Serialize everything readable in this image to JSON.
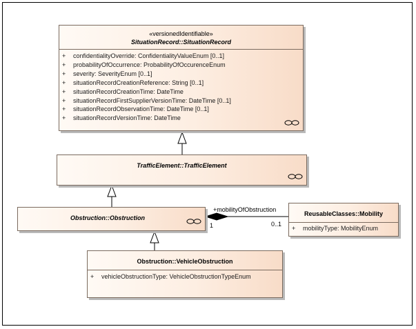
{
  "classes": {
    "situation_record": {
      "stereotype": "«versionedIdentifiable»",
      "name": "SituationRecord::SituationRecord",
      "attributes": [
        {
          "vis": "+",
          "text": "confidentialityOverride: ConfidentialityValueEnum [0..1]"
        },
        {
          "vis": "+",
          "text": "probabilityOfOccurrence: ProbabilityOfOccurenceEnum"
        },
        {
          "vis": "+",
          "text": "severity: SeverityEnum [0..1]"
        },
        {
          "vis": "+",
          "text": "situationRecordCreationReference: String [0..1]"
        },
        {
          "vis": "+",
          "text": "situationRecordCreationTime: DateTime"
        },
        {
          "vis": "+",
          "text": "situationRecordFirstSupplierVersionTime: DateTime [0..1]"
        },
        {
          "vis": "+",
          "text": "situationRecordObservationTime: DateTime [0..1]"
        },
        {
          "vis": "+",
          "text": "situationRecordVersionTime: DateTime"
        }
      ]
    },
    "traffic_element": {
      "name": "TrafficElement::TrafficElement"
    },
    "obstruction": {
      "name": "Obstruction::Obstruction"
    },
    "mobility": {
      "name": "ReusableClasses::Mobility",
      "attributes": [
        {
          "vis": "+",
          "text": "mobilityType: MobilityEnum"
        }
      ]
    },
    "vehicle_obstruction": {
      "name": "Obstruction::VehicleObstruction",
      "attributes": [
        {
          "vis": "+",
          "text": "vehicleObstructionType: VehicleObstructionTypeEnum"
        }
      ]
    }
  },
  "associations": {
    "mobility_assoc": {
      "role": "+mobilityOfObstruction",
      "source_multiplicity": "1",
      "target_multiplicity": "0..1"
    }
  },
  "colors": {
    "class_fill_light": "#fffaf5",
    "class_fill_dark": "#f8dcc8",
    "class_border": "#7a6a5e",
    "shadow": "#b9b9b9"
  }
}
